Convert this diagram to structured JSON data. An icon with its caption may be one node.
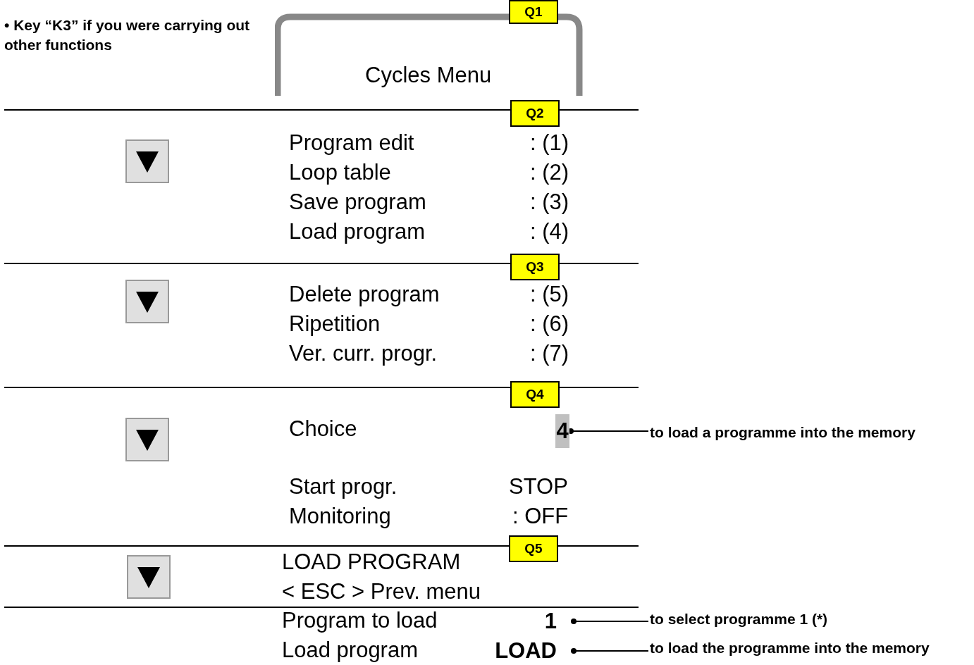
{
  "diagram": {
    "nodes": [
      {
        "text": [
          "Cycles Menu"
        ]
      },
      {
        "text": [
          "Q1"
        ],
        "in": 0
      },
      {
        "text": [
          "Q2"
        ]
      },
      {
        "text": [
          "Q3"
        ]
      },
      {
        "text": [
          "Q4"
        ]
      },
      {
        "text": [
          "Q5"
        ]
      },
      {
        "text": [
          "4"
        ]
      },
      {
        "text": [
          "to load a programme into the memory"
        ]
      },
      {
        "text": [
          "1"
        ]
      },
      {
        "text": [
          "to select programme 1 (*)"
        ]
      },
      {
        "text": [
          "LOAD"
        ]
      },
      {
        "text": [
          "to load the programme into the memory"
        ]
      }
    ],
    "edges": [
      {
        "from": 7,
        "to": 6,
        "arrow": "other"
      },
      {
        "from": 9,
        "to": 8,
        "arrow": "other"
      },
      {
        "from": 11,
        "to": 10,
        "arrow": "other"
      }
    ],
    "labels": [
      "• Key “K3” if you were carrying out other functions",
      "Program edit",
      ": (1)",
      "Loop table",
      ": (2)",
      "Save program",
      ": (3)",
      "Load program",
      ": (4)",
      "Delete program",
      ": (5)",
      "Ripetition",
      ": (6)",
      "Ver. curr. progr.",
      ": (7)",
      "Choice",
      "Start progr.",
      "STOP",
      "Monitoring",
      ": OFF",
      "LOAD PROGRAM",
      "< ESC > Prev. menu",
      "Program to load",
      "Load program"
    ]
  }
}
